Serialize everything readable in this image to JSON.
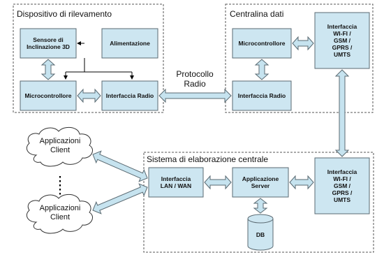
{
  "groups": {
    "device": {
      "title": "Dispositivo di rilevamento"
    },
    "station": {
      "title": "Centralina dati"
    },
    "central": {
      "title": "Sistema di elaborazione centrale"
    }
  },
  "nodes": {
    "sensor": "Sensore di\nInclinazione 3D",
    "power": "Alimentazione",
    "mcu_device": "Microcontrollore",
    "radio_device": "Interfaccia Radio",
    "mcu_station": "Microcontrollore",
    "radio_station": "Interfaccia Radio",
    "wifi_station": "Interfaccia\nWI-FI /\nGSM /\nGPRS /\nUMTS",
    "lanwan": "Interfaccia\nLAN / WAN",
    "server": "Applicazione\nServer",
    "wifi_central": "Interfaccia\nWI-FI /\nGSM /\nGPRS /\nUMTS",
    "db": "DB",
    "client_top": "Applicazioni\nClient",
    "client_bottom": "Applicazioni\nClient"
  },
  "connector_label": "Protocollo\nRadio",
  "colors": {
    "box_fill": "#cde6f1",
    "box_border": "#5a6a72",
    "arrow_fill": "#c6e3ef",
    "arrow_stroke": "#5a6a72",
    "group_border": "#555555"
  }
}
